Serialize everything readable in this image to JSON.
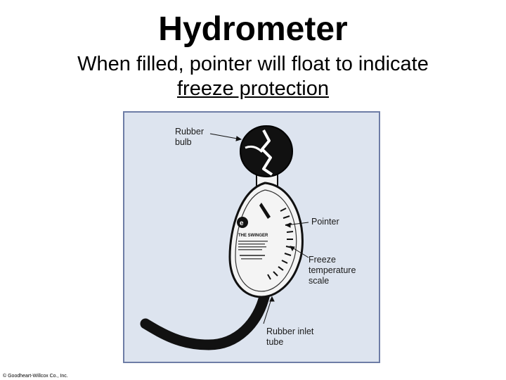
{
  "slide": {
    "title": "Hydrometer",
    "subtitle_line1": "When filled, pointer will float to indicate",
    "subtitle_line2": "freeze protection",
    "copyright": "© Goodheart-Willcox Co., Inc."
  },
  "figure": {
    "bg_color": "#dde4ef",
    "border_color": "#6e7da6",
    "callouts": {
      "bulb": [
        "Rubber",
        "bulb"
      ],
      "pointer": [
        "Pointer"
      ],
      "scale": [
        "Freeze",
        "temperature",
        "scale"
      ],
      "tube": [
        "Rubber inlet",
        "tube"
      ]
    },
    "device_label": {
      "letter": "e",
      "model": "THE  SWINGER"
    }
  }
}
